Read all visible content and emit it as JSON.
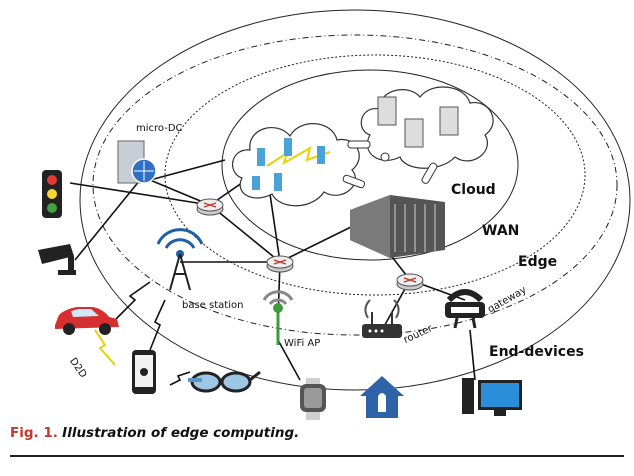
{
  "labels": {
    "micro_dc": "micro-DC",
    "cloud": "Cloud",
    "wan": "WAN",
    "edge": "Edge",
    "end_devices": "End-devices",
    "base_station": "base station",
    "wifi_ap": "WiFi AP",
    "router": "router",
    "gateway": "gateway",
    "d2d": "D2D"
  },
  "caption": {
    "fig": "Fig. 1.",
    "text": "Illustration of edge computing."
  },
  "colors": {
    "caption_red": "#c0392b",
    "car_red": "#d62f2f",
    "house_blue": "#2f63a8",
    "wifi_green": "#3d9b3d",
    "tower_blue": "#1f5fa8"
  }
}
